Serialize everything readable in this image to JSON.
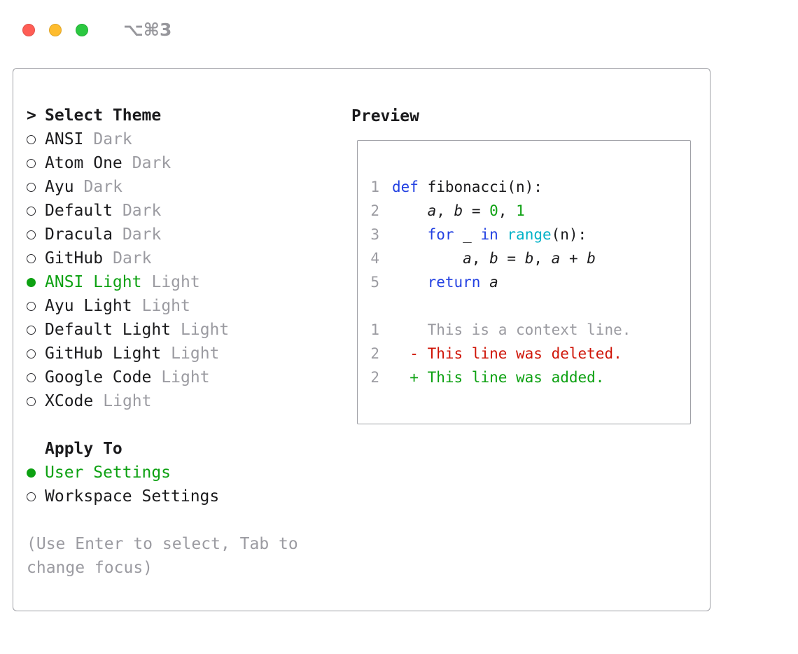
{
  "titlebar": {
    "shortcut": "⌥⌘3"
  },
  "colors": {
    "accent_green": "#0da112",
    "keyword_blue": "#2341e2",
    "builtin_cyan": "#00b2c7",
    "deleted_red": "#cf1508",
    "muted_gray": "#9b9ba1"
  },
  "selector": {
    "prompt": ">",
    "title": "Select Theme",
    "themes": [
      {
        "label": "ANSI",
        "variant": "Dark",
        "selected": false
      },
      {
        "label": "Atom One",
        "variant": "Dark",
        "selected": false
      },
      {
        "label": "Ayu",
        "variant": "Dark",
        "selected": false
      },
      {
        "label": "Default",
        "variant": "Dark",
        "selected": false
      },
      {
        "label": "Dracula",
        "variant": "Dark",
        "selected": false
      },
      {
        "label": "GitHub",
        "variant": "Dark",
        "selected": false
      },
      {
        "label": "ANSI Light",
        "variant": "Light",
        "selected": true
      },
      {
        "label": "Ayu Light",
        "variant": "Light",
        "selected": false
      },
      {
        "label": "Default Light",
        "variant": "Light",
        "selected": false
      },
      {
        "label": "GitHub Light",
        "variant": "Light",
        "selected": false
      },
      {
        "label": "Google Code",
        "variant": "Light",
        "selected": false
      },
      {
        "label": "XCode",
        "variant": "Light",
        "selected": false
      }
    ],
    "apply_to": {
      "title": "Apply To",
      "options": [
        {
          "label": "User Settings",
          "selected": true
        },
        {
          "label": "Workspace Settings",
          "selected": false
        }
      ]
    },
    "hint": [
      "(Use Enter to select, Tab to",
      "change focus)"
    ]
  },
  "preview": {
    "title": "Preview",
    "code_lines": [
      {
        "num": "1",
        "segments": [
          {
            "t": "def",
            "c": "kw"
          },
          {
            "t": " fibonacci(n):",
            "c": "p"
          }
        ]
      },
      {
        "num": "2",
        "segments": [
          {
            "t": "    ",
            "c": "p"
          },
          {
            "t": "a",
            "c": "v"
          },
          {
            "t": ", ",
            "c": "p"
          },
          {
            "t": "b",
            "c": "v"
          },
          {
            "t": " = ",
            "c": "p"
          },
          {
            "t": "0",
            "c": "lit"
          },
          {
            "t": ", ",
            "c": "p"
          },
          {
            "t": "1",
            "c": "lit"
          }
        ]
      },
      {
        "num": "3",
        "segments": [
          {
            "t": "    ",
            "c": "p"
          },
          {
            "t": "for",
            "c": "kw"
          },
          {
            "t": " _ ",
            "c": "p"
          },
          {
            "t": "in",
            "c": "kw"
          },
          {
            "t": " ",
            "c": "p"
          },
          {
            "t": "range",
            "c": "fn"
          },
          {
            "t": "(n):",
            "c": "p"
          }
        ]
      },
      {
        "num": "4",
        "segments": [
          {
            "t": "        ",
            "c": "p"
          },
          {
            "t": "a",
            "c": "v"
          },
          {
            "t": ", ",
            "c": "p"
          },
          {
            "t": "b",
            "c": "v"
          },
          {
            "t": " = ",
            "c": "p"
          },
          {
            "t": "b",
            "c": "v"
          },
          {
            "t": ", ",
            "c": "p"
          },
          {
            "t": "a",
            "c": "v"
          },
          {
            "t": " + ",
            "c": "p"
          },
          {
            "t": "b",
            "c": "v"
          }
        ]
      },
      {
        "num": "5",
        "segments": [
          {
            "t": "    ",
            "c": "p"
          },
          {
            "t": "return",
            "c": "kw"
          },
          {
            "t": " ",
            "c": "p"
          },
          {
            "t": "a",
            "c": "v"
          }
        ]
      },
      {
        "num": "",
        "segments": []
      },
      {
        "num": "1",
        "segments": [
          {
            "t": "    ",
            "c": "p"
          },
          {
            "t": "This is a context line.",
            "c": "ctx"
          }
        ]
      },
      {
        "num": "2",
        "segments": [
          {
            "t": "  ",
            "c": "p"
          },
          {
            "t": "- This line was deleted.",
            "c": "del"
          }
        ]
      },
      {
        "num": "2",
        "segments": [
          {
            "t": "  ",
            "c": "p"
          },
          {
            "t": "+ This line was added.",
            "c": "add"
          }
        ]
      }
    ]
  }
}
